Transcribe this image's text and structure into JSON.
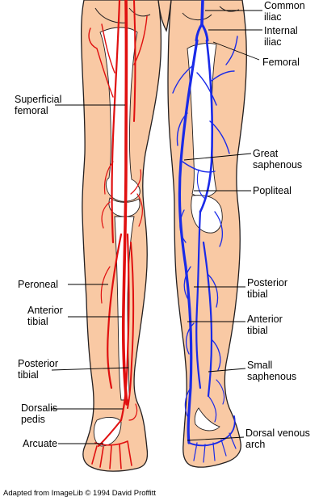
{
  "labels": {
    "common_iliac": "Common\niliac",
    "internal_iliac": "Internal\niliac",
    "femoral": "Femoral",
    "superficial_femoral": "Superficial\nfemoral",
    "great_saphenous": "Great\nsaphenous",
    "popliteal": "Popliteal",
    "peroneal": "Peroneal",
    "posterior_tibial_right": "Posterior\ntibial",
    "anterior_tibial_left": "Anterior\ntibial",
    "anterior_tibial_right": "Anterior\ntibial",
    "posterior_tibial_left": "Posterior\ntibial",
    "small_saphenous": "Small\nsaphenous",
    "dorsalis_pedis": "Dorsalis\npedis",
    "arcuate": "Arcuate",
    "dorsal_venous_arch": "Dorsal venous\narch"
  },
  "credit": "Adapted from ImageLib © 1994 David Proffitt",
  "colors": {
    "skin": "#f9c9a4",
    "outline": "#231f20",
    "artery": "#e01010",
    "vein": "#1a2ae8",
    "bone": "#ffffff"
  }
}
